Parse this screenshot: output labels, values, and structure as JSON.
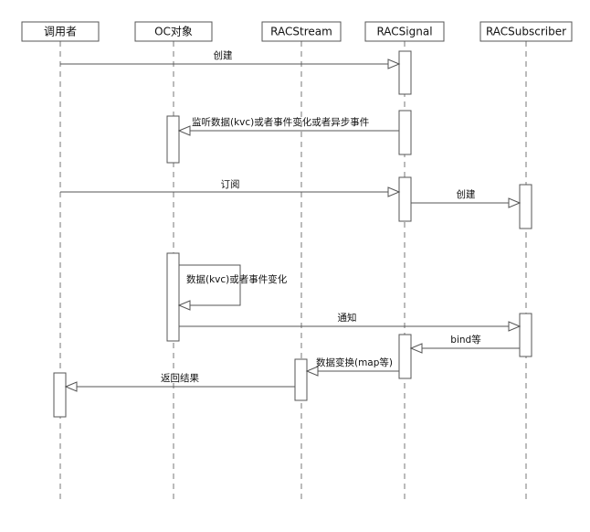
{
  "participants": [
    {
      "id": "caller",
      "label": "调用者"
    },
    {
      "id": "oc",
      "label": "OC对象"
    },
    {
      "id": "stream",
      "label": "RACStream"
    },
    {
      "id": "signal",
      "label": "RACSignal"
    },
    {
      "id": "subscriber",
      "label": "RACSubscriber"
    }
  ],
  "messages": [
    {
      "id": "m1",
      "from": "caller",
      "to": "signal",
      "label": "创建"
    },
    {
      "id": "m2",
      "from": "signal",
      "to": "oc",
      "label": "监听数据(kvc)或者事件变化或者异步事件"
    },
    {
      "id": "m3",
      "from": "caller",
      "to": "signal",
      "label": "订阅"
    },
    {
      "id": "m4",
      "from": "signal",
      "to": "subscriber",
      "label": "创建"
    },
    {
      "id": "m5",
      "from": "oc",
      "to": "oc",
      "label": "数据(kvc)或者事件变化"
    },
    {
      "id": "m6",
      "from": "oc",
      "to": "subscriber",
      "label": "通知"
    },
    {
      "id": "m7",
      "from": "subscriber",
      "to": "signal",
      "label": "bind等"
    },
    {
      "id": "m8",
      "from": "signal",
      "to": "stream",
      "label": "数据变换(map等)"
    },
    {
      "id": "m9",
      "from": "stream",
      "to": "caller",
      "label": "返回结果"
    }
  ]
}
